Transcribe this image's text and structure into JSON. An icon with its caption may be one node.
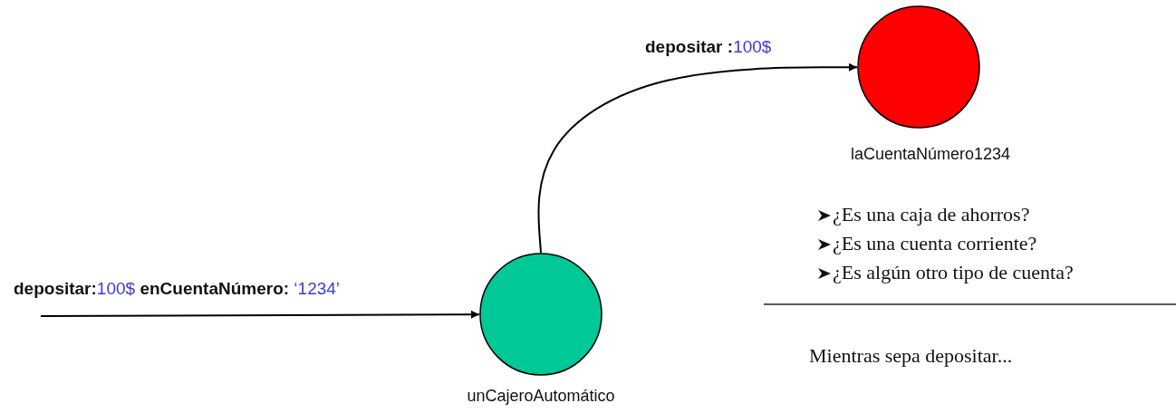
{
  "diagram": {
    "nodes": [
      {
        "text": [],
        "shape": "circle",
        "beside": [
          "unCajeroAutomático"
        ]
      },
      {
        "text": [],
        "shape": "circle",
        "beside": [
          "laCuentaNúmero1234"
        ]
      }
    ],
    "edges": [
      {
        "from": null,
        "to": 0,
        "arrow": "to",
        "label": "**depositar:**100$ **enCuentaNúmero:** ‘1234’"
      },
      {
        "from": 0,
        "to": 1,
        "arrow": "to",
        "label": "**depositar :**100$"
      }
    ],
    "labels": [
      "¿Es una caja de ahorros?",
      "¿Es una cuenta corriente?",
      "¿Es algún otro tipo de cuenta?",
      "Mientras sepa depositar..."
    ]
  }
}
